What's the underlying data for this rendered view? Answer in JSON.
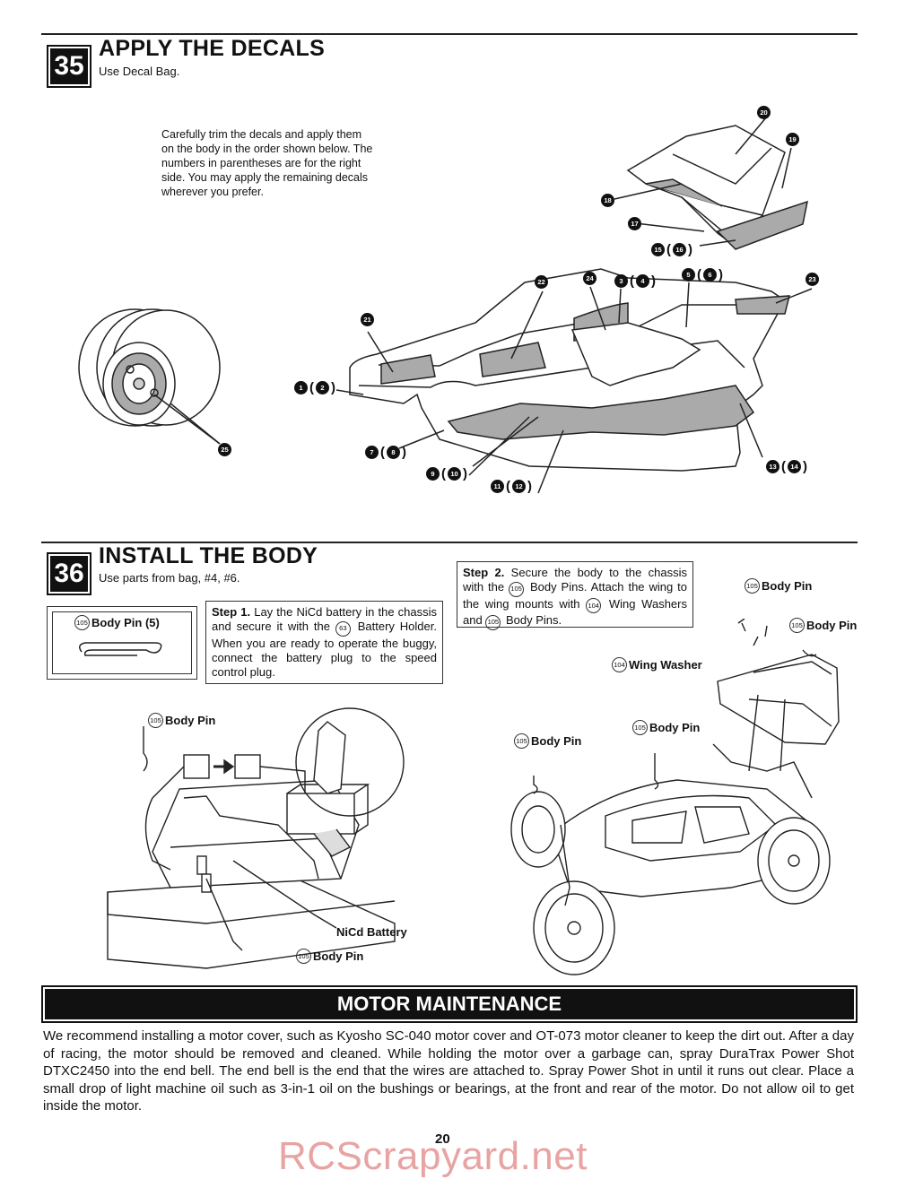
{
  "step35": {
    "number": "35",
    "title": "APPLY THE DECALS",
    "subtitle": "Use Decal Bag.",
    "instructions": "Carefully trim the decals and apply them on the body in the order shown below. The numbers in parentheses are for the right side. You may apply the remaining decals wherever you prefer.",
    "callouts": {
      "c20": "20",
      "c19": "19",
      "c18": "18",
      "c17": "17",
      "c15": "15",
      "c16": "16",
      "c22": "22",
      "c24": "24",
      "c3": "3",
      "c4": "4",
      "c5": "5",
      "c6": "6",
      "c23": "23",
      "c21": "21",
      "c1": "1",
      "c2": "2",
      "c25": "25",
      "c7": "7",
      "c8": "8",
      "c9": "9",
      "c10": "10",
      "c11": "11",
      "c12": "12",
      "c13": "13",
      "c14": "14"
    }
  },
  "step36": {
    "number": "36",
    "title": "INSTALL THE BODY",
    "subtitle": "Use parts from bag, #4, #6.",
    "parts_box": {
      "part_no": "105",
      "label": "Body Pin (5)"
    },
    "step1": {
      "label": "Step 1.",
      "text_a": "Lay the NiCd battery in the chassis and secure it with the",
      "part_no": "63",
      "text_b": "Battery Holder. When you are ready to operate the buggy, connect the battery plug to the speed control plug."
    },
    "step2": {
      "label": "Step 2.",
      "text_a": "Secure the body to the chassis with the",
      "part_a": "105",
      "text_b": "Body Pins. Attach the wing to the wing mounts with",
      "part_b": "104",
      "text_c": "Wing Washers and",
      "part_c": "105",
      "text_d": "Body Pins."
    },
    "labels": {
      "body_pin": "Body Pin",
      "wing_washer": "Wing Washer",
      "nicd_battery": "NiCd Battery",
      "pin_no": "105",
      "washer_no": "104"
    }
  },
  "motor": {
    "title": "MOTOR MAINTENANCE",
    "text": "We recommend installing a motor cover, such as Kyosho SC-040 motor cover and OT-073 motor cleaner to keep the dirt out. After a day of racing, the motor should be removed and cleaned. While holding the motor over a garbage can, spray DuraTrax Power Shot DTXC2450 into the end bell. The end bell is the end that the wires are attached to. Spray Power Shot in until it runs out clear. Place a small drop of light machine oil such as 3-in-1 oil on the bushings or bearings, at the front and rear of the motor. Do not allow oil to get inside the motor."
  },
  "page_number": "20",
  "watermark": "RCScrapyard.net"
}
